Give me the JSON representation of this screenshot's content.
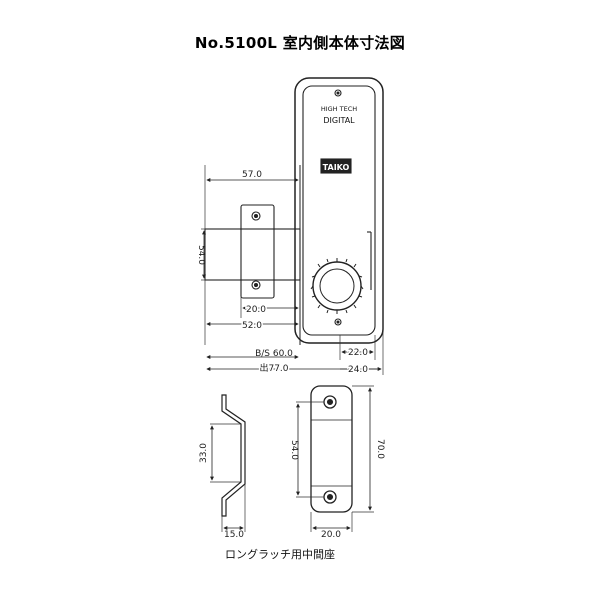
{
  "title": "No.5100L 室内側本体寸法図",
  "product_labels": {
    "high_tech": "HIGH TECH",
    "digital": "DIGITAL",
    "brand": "TAIKO"
  },
  "main_view_dims": {
    "d57": "57.0",
    "d54": "54.0",
    "d20": "20.0",
    "d52": "52.0",
    "d22": "22.0",
    "bs": "B/S 60.0",
    "out": "出77.0",
    "d24": "24.0"
  },
  "spacer_dims": {
    "d33": "33.0",
    "d15": "15.0",
    "d54": "54.0",
    "d70": "70.0",
    "d20": "20.0"
  },
  "caption": "ロングラッチ用中間座"
}
